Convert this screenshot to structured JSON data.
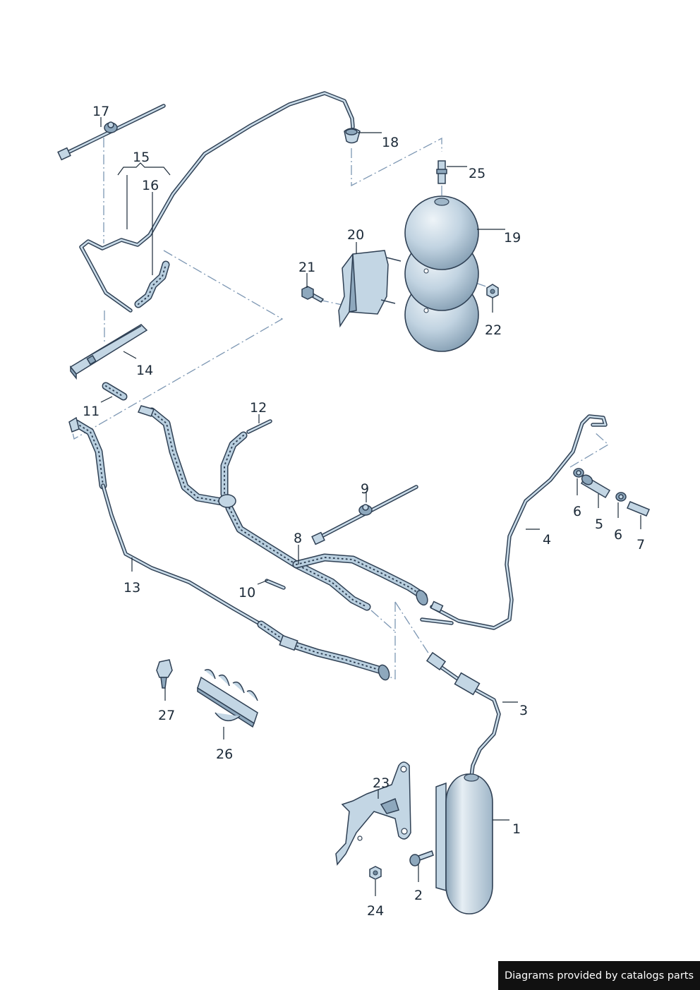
{
  "callouts": [
    "1",
    "2",
    "3",
    "4",
    "5",
    "6",
    "6",
    "7",
    "8",
    "9",
    "10",
    "11",
    "12",
    "13",
    "14",
    "15",
    "16",
    "17",
    "18",
    "19",
    "20",
    "21",
    "22",
    "23",
    "24",
    "25",
    "26",
    "27"
  ],
  "footer": {
    "text": "Diagrams provided by catalogs parts"
  },
  "colors": {
    "line": "#2f4054",
    "part_fill": "#c3d6e4",
    "leader_dash": "#7d97b3",
    "footer_bg": "#111111",
    "footer_text": "#ffffff"
  }
}
